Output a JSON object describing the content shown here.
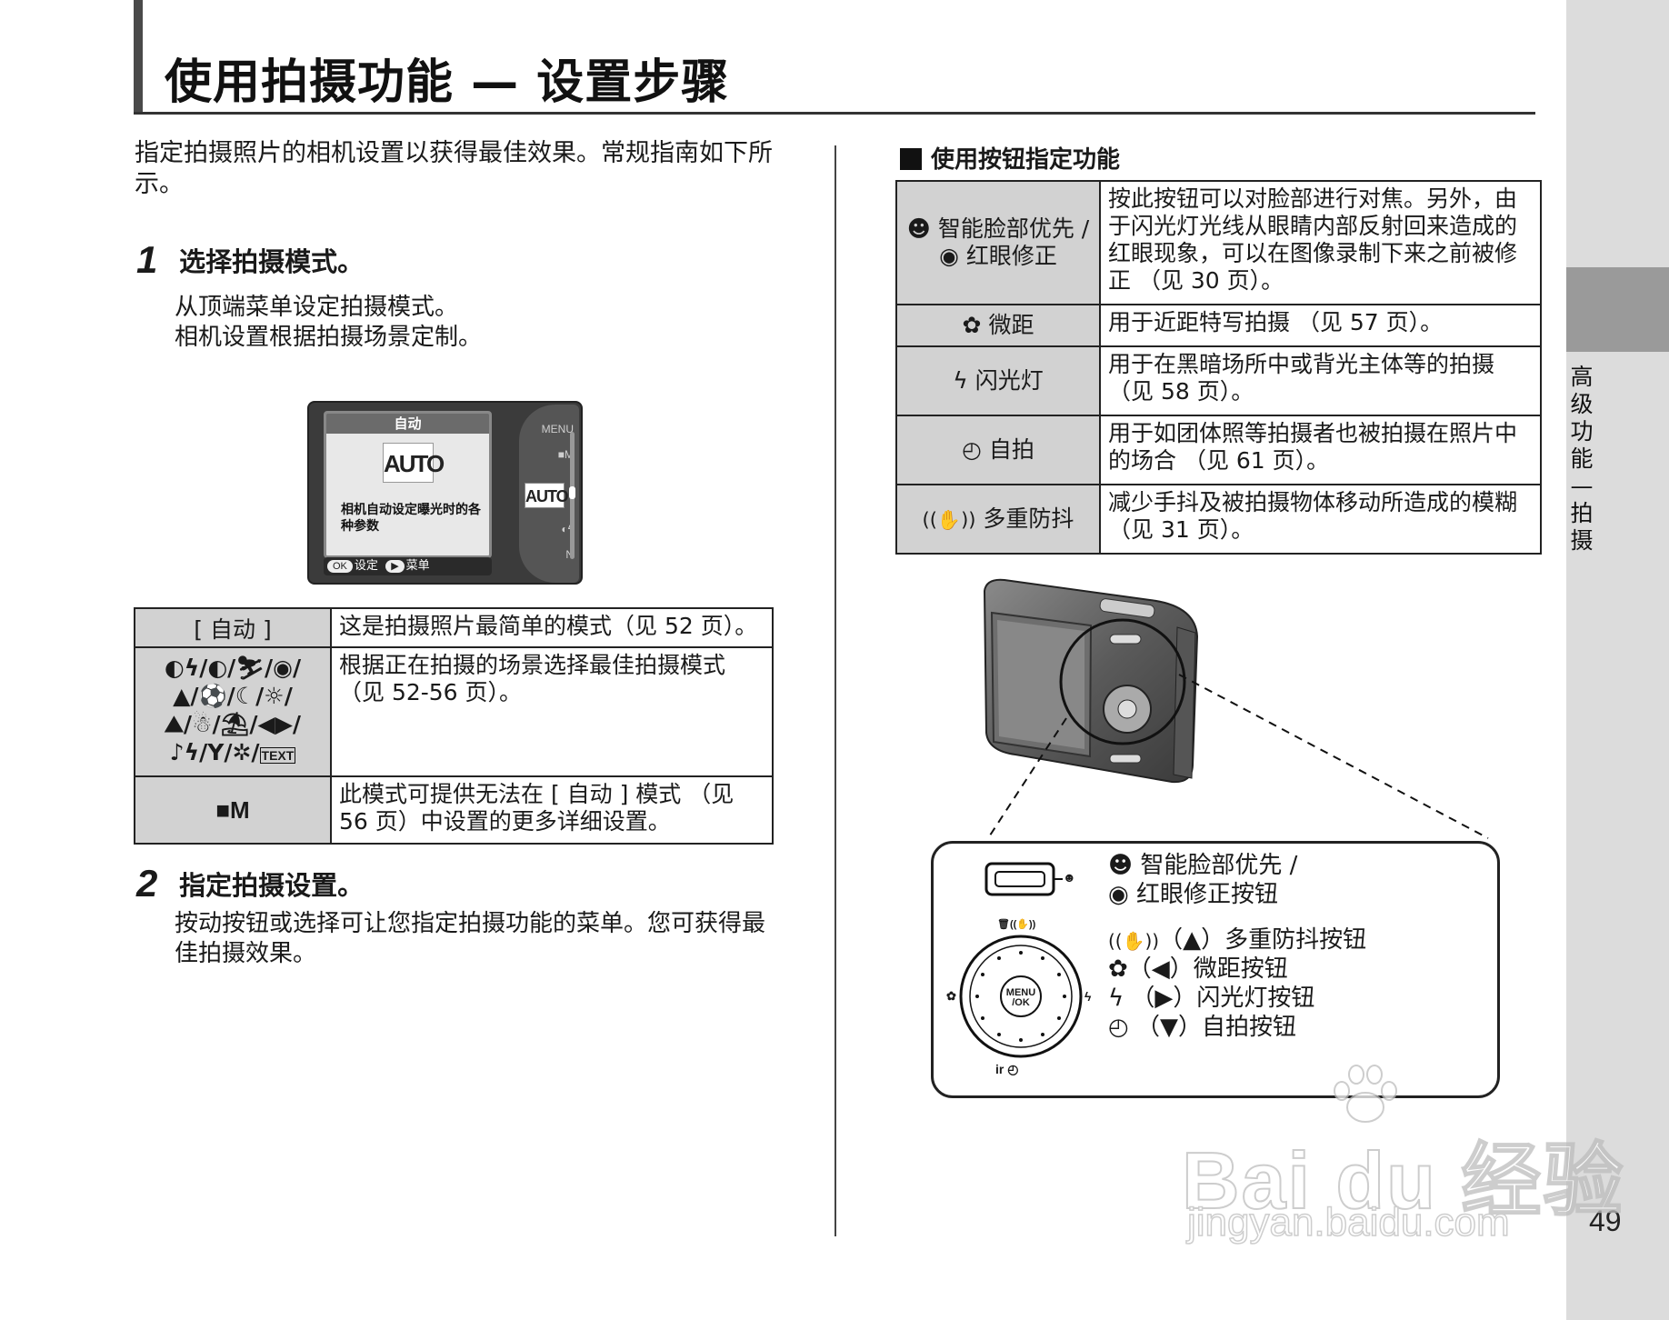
{
  "page": {
    "title": "使用拍摄功能 — 设置步骤",
    "page_number": "49",
    "side_tab_label": [
      "高",
      "级",
      "功",
      "能",
      "—",
      "拍",
      "摄"
    ]
  },
  "intro": "指定拍摄照片的相机设置以获得最佳效果。常规指南如下所示。",
  "steps": [
    {
      "num": "1",
      "title": "选择拍摄模式。",
      "body": [
        "从顶端菜单设定拍摄模式。",
        "相机设置根据拍摄场景定制。"
      ]
    },
    {
      "num": "2",
      "title": "指定拍摄设置。",
      "body": [
        "按动按钮或选择可让您指定拍摄功能的菜单。您可获得最佳拍摄效果。"
      ]
    }
  ],
  "lcd": {
    "mode_title": "自动",
    "auto_label": "AUTO",
    "description": "相机自动设定曝光时的各种参数",
    "footer_ok": "OK",
    "footer_set": "设定",
    "footer_menu": "菜单",
    "menu_label": "MENU",
    "menu_item_manual": "M",
    "menu_active": "AUTO",
    "menu_item_night": "N"
  },
  "mode_table": [
    {
      "key": "[ 自动 ]",
      "value": "这是拍摄照片最简单的模式（见 52 页）。"
    },
    {
      "key": "◐ϟ/◐/⛷/◉/\n▲/⚽/☾/☼/\n⛰/☃/⛱/◀▶/\n♪ϟ/Y/✲/TEXT",
      "value": "根据正在拍摄的场景选择最佳拍摄模式（见 52-56 页）。"
    },
    {
      "key": "■M",
      "value": "此模式可提供无法在 [ 自动 ] 模式 （见 56 页）中设置的更多详细设置。"
    }
  ],
  "section_head": "使用按钮指定功能",
  "func_table": [
    {
      "icon": "☻",
      "key_line1": "智能脸部优先 /",
      "icon2": "◉",
      "key_line2": "红眼修正",
      "value": "按此按钮可以对脸部进行对焦。另外，由于闪光灯光线从眼睛内部反射回来造成的红眼现象，可以在图像录制下来之前被修正 （见 30 页）。"
    },
    {
      "icon": "✿",
      "key_line1": "微距",
      "value": "用于近距特写拍摄 （见 57 页）。"
    },
    {
      "icon": "ϟ",
      "key_line1": "闪光灯",
      "value": "用于在黑暗场所中或背光主体等的拍摄（见 58 页）。"
    },
    {
      "icon": "◴",
      "key_line1": "自拍",
      "value": "用于如团体照等拍摄者也被拍摄在照片中的场合 （见 61 页）。"
    },
    {
      "icon": "((✋))",
      "key_line1": "多重防抖",
      "value": "减少手抖及被拍摄物体移动所造成的模糊（见 31 页）。"
    }
  ],
  "callout": {
    "face_line1": "智能脸部优先 /",
    "face_line2": "红眼修正按钮",
    "is_label": "（▲）多重防抖按钮",
    "macro_label": "（◀）微距按钮",
    "flash_label": "（▶）闪光灯按钮",
    "timer_label": "（▼）自拍按钮",
    "dial_center": "MENU\n/OK"
  },
  "watermark": {
    "brand": "Bai du 经验",
    "url": "jingyan.baidu.com"
  }
}
